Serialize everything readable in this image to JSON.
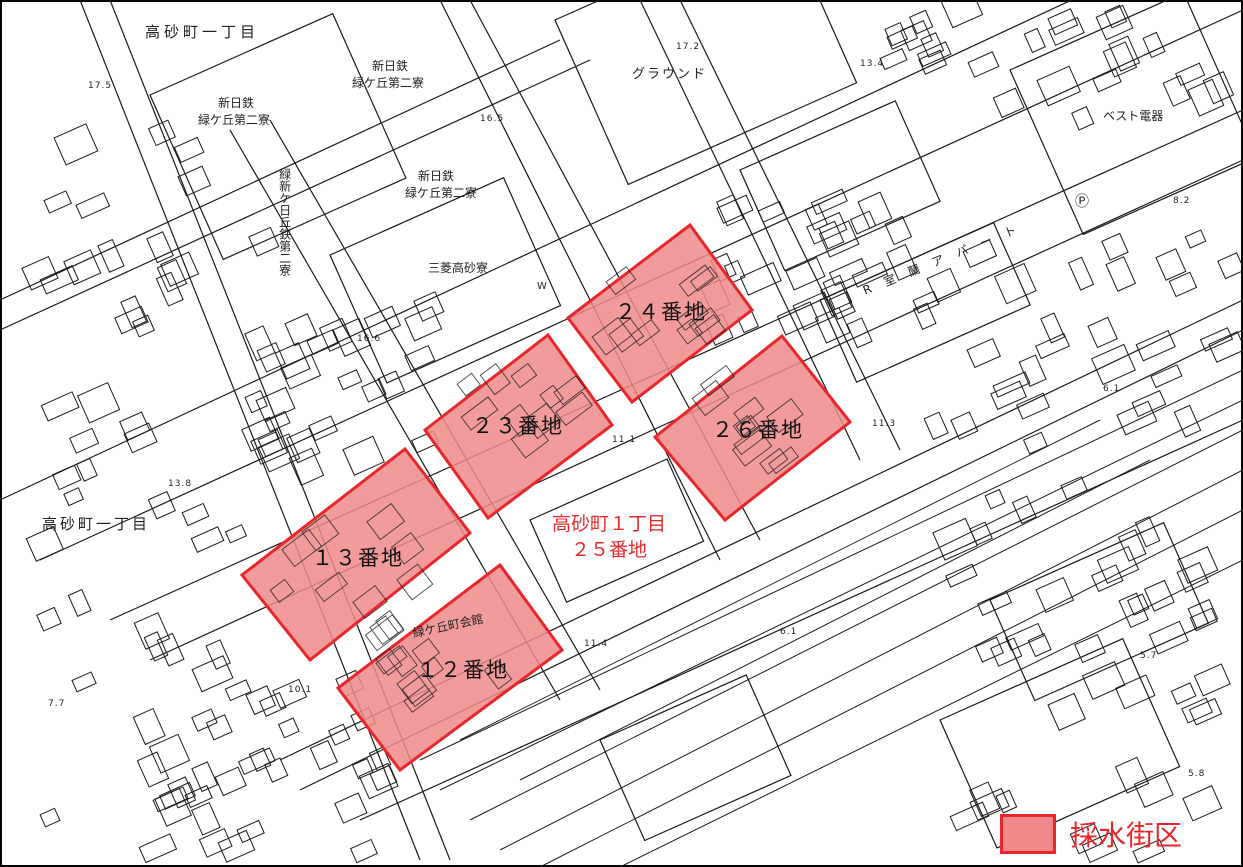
{
  "map": {
    "blocks": [
      {
        "id": "b24",
        "label": "２４番地"
      },
      {
        "id": "b23",
        "label": "２３番地"
      },
      {
        "id": "b26",
        "label": "２６番地"
      },
      {
        "id": "b13",
        "label": "１３番地"
      },
      {
        "id": "b12",
        "label": "１２番地"
      }
    ],
    "town_label_line1": "高砂町１丁目",
    "town_label_line2": "２５番地",
    "place_labels": {
      "takasago_top": "高砂町一丁目",
      "takasago_left": "高砂町一丁目",
      "ground": "グラウンド",
      "best_denki": "ベスト電器",
      "shinnittetsu_1": "新日鉄",
      "midorigaoka_1": "緑ケ丘第二寮",
      "shinnittetsu_2": "新日鉄",
      "midorigaoka_2": "緑ケ丘第二寮",
      "shinnittetsu_3": "新日鉄",
      "midorigaoka_3": "緑ケ丘第二寮",
      "vertical_dorm": "緑新ケ日丘鉄第二寮",
      "mitsubishi": "三菱高砂寮",
      "jr_apart": "JR室蘭アパート",
      "midorigaoka_kaikan": "緑ケ丘町会館",
      "parking_symbol": "Ⓟ",
      "w_symbol": "W"
    },
    "elevations": [
      "17.5",
      "17.2",
      "16.5",
      "16.6",
      "13.8",
      "11.1",
      "11.4",
      "11.3",
      "10.1",
      "7.7",
      "6.1",
      "6.1",
      "5.7",
      "5.8",
      "8.2",
      "13.4"
    ]
  },
  "legend": {
    "label": "採水街区",
    "fill_color": "#f08a8a",
    "border_color": "#e8262b"
  },
  "colors": {
    "block_fill": "#f08a8a",
    "block_border": "#e8262b",
    "line_work": "#1a1a1a"
  }
}
